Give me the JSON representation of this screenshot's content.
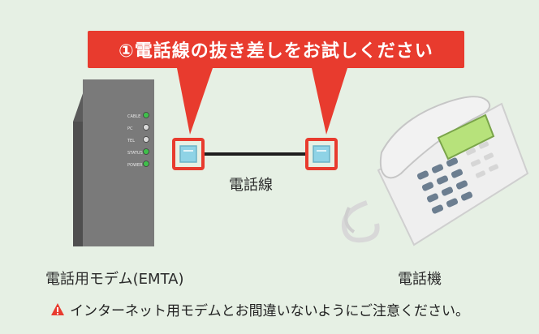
{
  "banner": {
    "text": "①電話線の抜き差しをお試しください"
  },
  "modem": {
    "label": "電話用モデム(EMTA)",
    "indicators": [
      "CABLE",
      "PC",
      "TEL",
      "STATUS",
      "POWER"
    ],
    "indicator_states": [
      "green",
      "gray",
      "gray",
      "green",
      "green"
    ]
  },
  "cable": {
    "label": "電話線"
  },
  "phone": {
    "label": "電話機"
  },
  "warning": {
    "icon": "warning-triangle-icon",
    "text": "インターネット用モデムとお間違いないようにご注意ください。"
  },
  "colors": {
    "background": "#e6f0e4",
    "accent_red": "#e83b2e",
    "modem_gray": "#6f6f6f",
    "led_green": "#3fbf4a",
    "connector_blue": "#8fd3e6"
  }
}
